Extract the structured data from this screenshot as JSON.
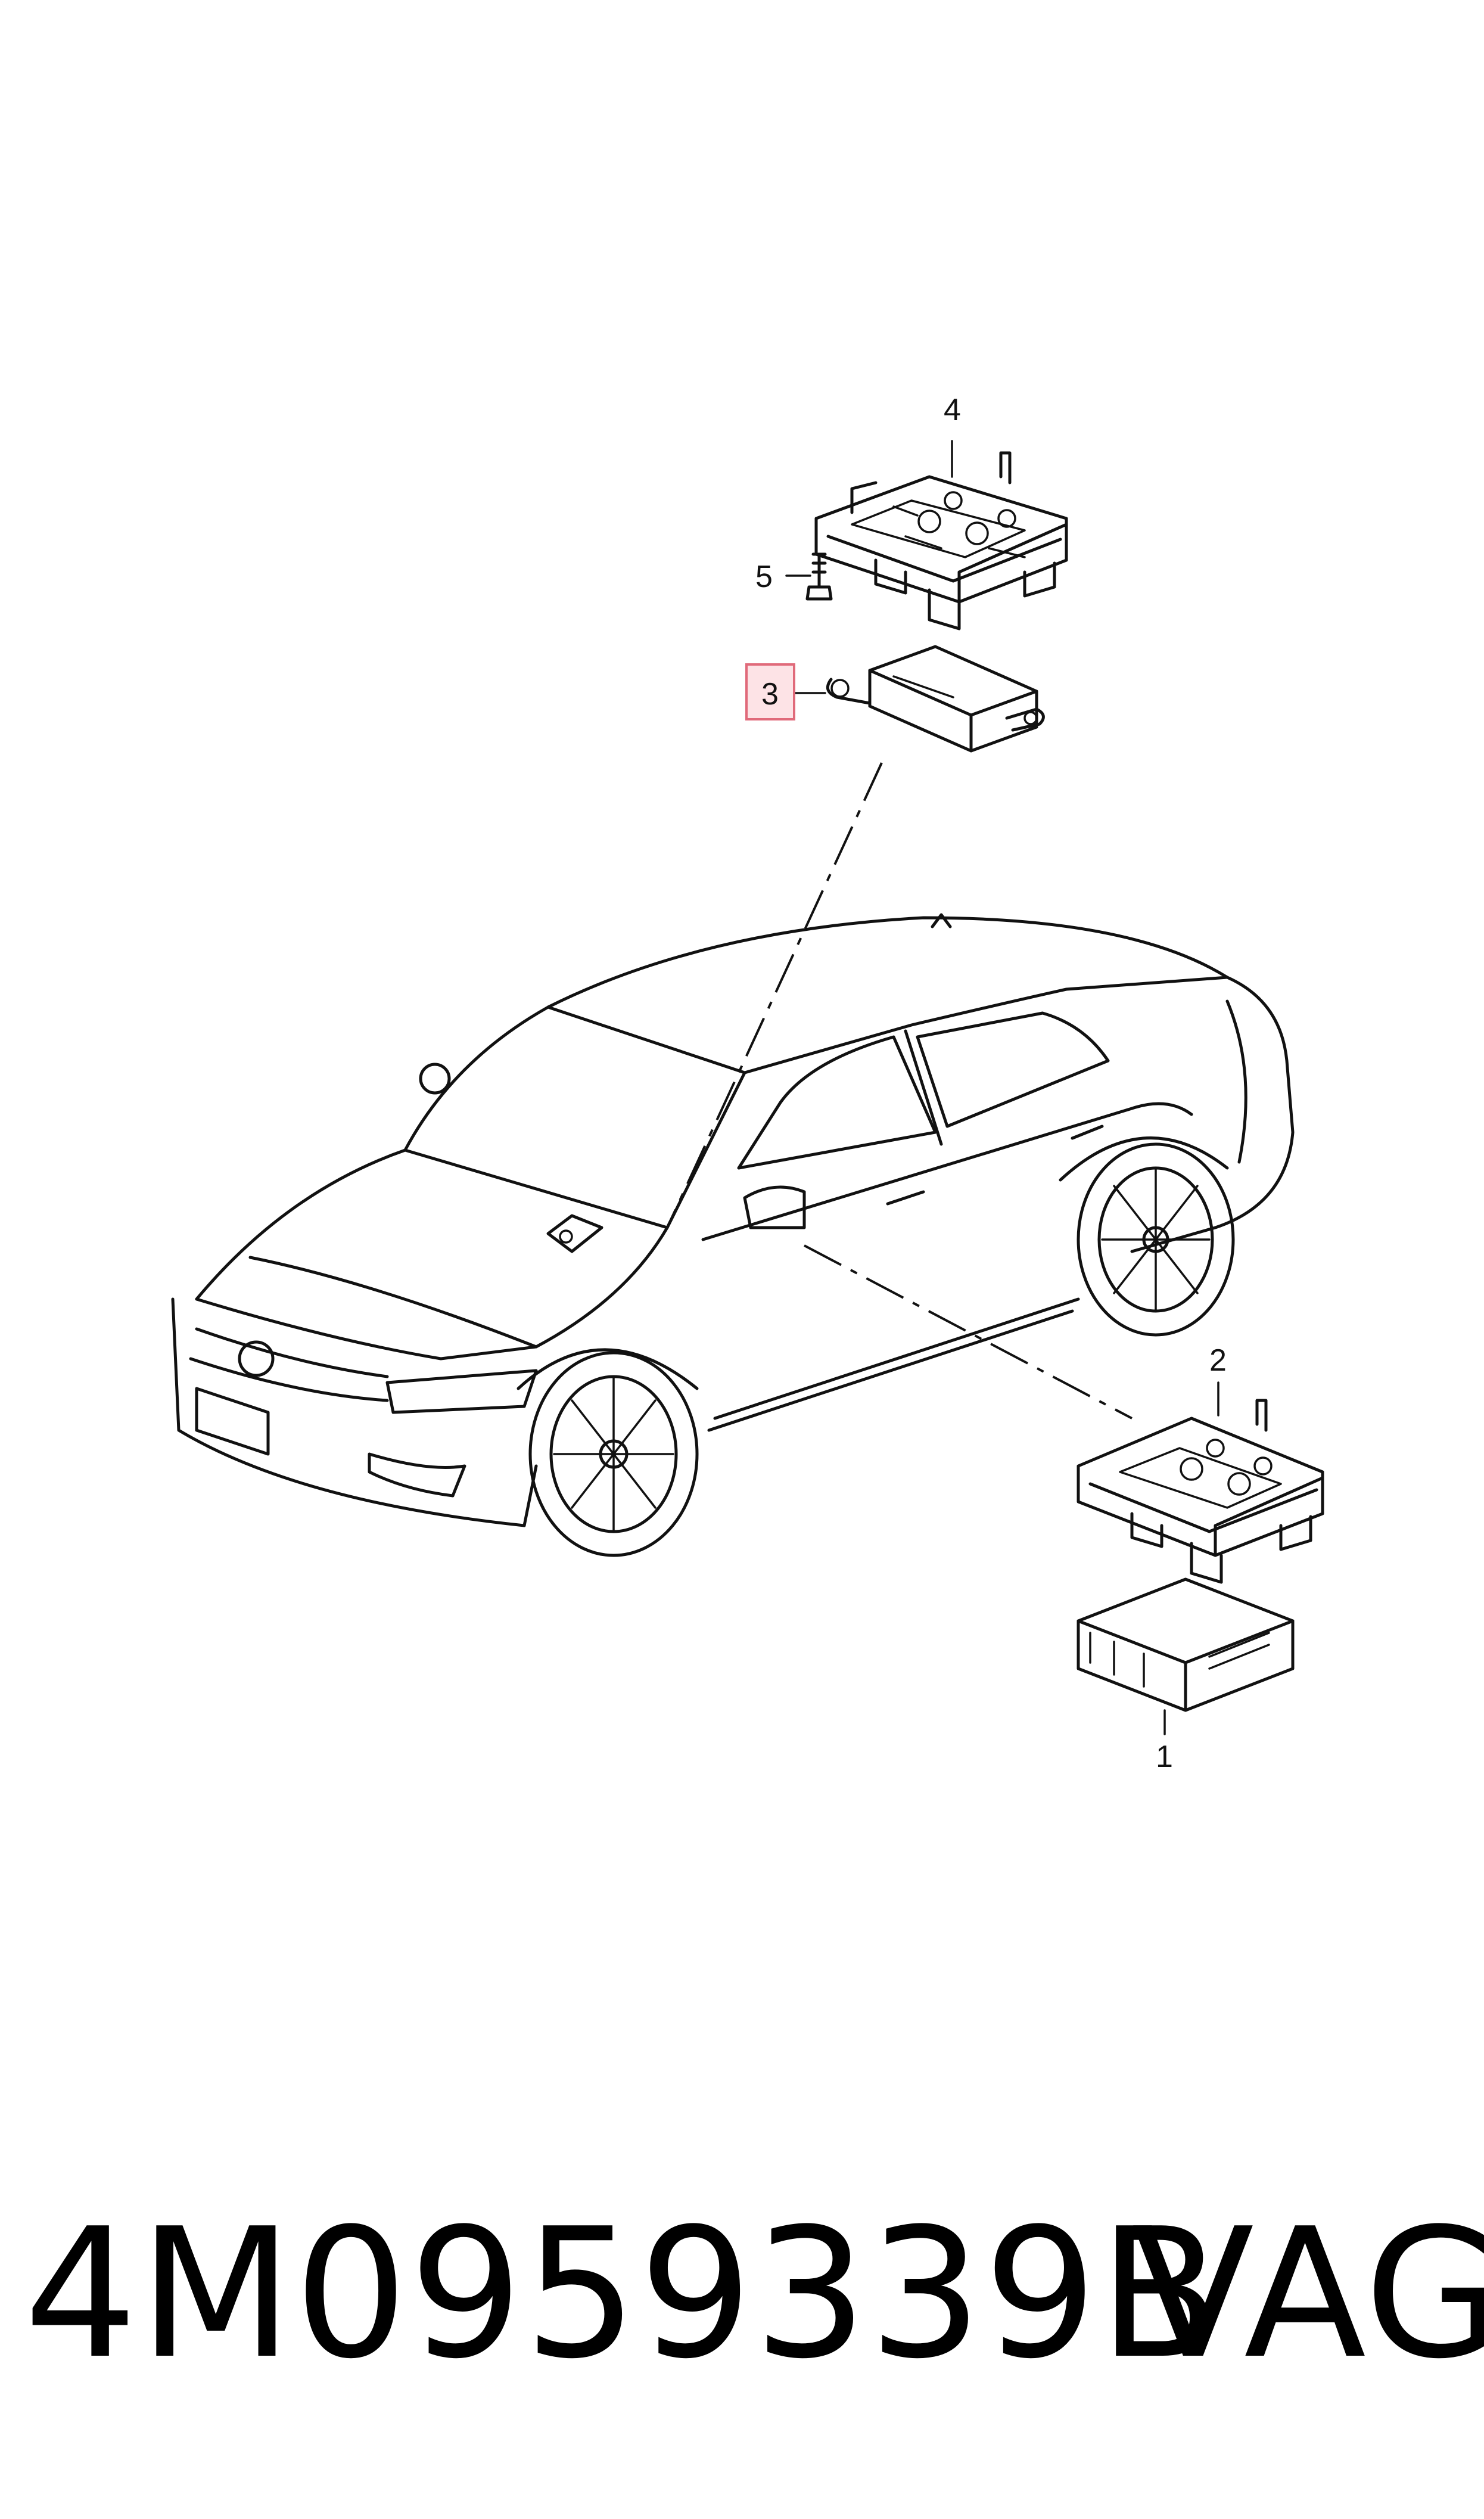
{
  "callouts": {
    "c1": "1",
    "c2": "2",
    "c3": "3",
    "c4": "4",
    "c5": "5"
  },
  "highlight_color": "#fde3e6",
  "footer": {
    "part_number": "4M0959339B",
    "brand": "VAG"
  }
}
